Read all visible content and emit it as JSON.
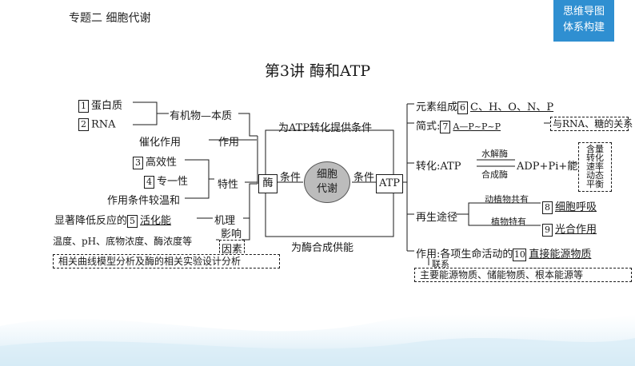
{
  "header": {
    "title": "专题二  细胞代谢",
    "badge_line1": "思维导图",
    "badge_line2": "体系构建"
  },
  "lesson_title": "第3讲    酶和ATP",
  "left": {
    "n1": "1",
    "protein": "蛋白质",
    "n2": "2",
    "rna": "RNA",
    "organic": "有机物—本质",
    "catalysis": "催化作用",
    "function": "作用",
    "n3": "3",
    "efficient": "高效性",
    "n4": "4",
    "specific": "专一性",
    "mild": "作用条件较温和",
    "traits": "特性",
    "lower_pre": "显著降低反应的",
    "n5": "5",
    "activation": "活化能",
    "mechanism": "机理",
    "factors_list": "温度、pH、底物浓度、酶浓度等",
    "influence": "影响",
    "factors": "因素",
    "analysis": "相关曲线模型分析及酶的相关实验设计分析"
  },
  "center": {
    "enzyme": "酶",
    "atp": "ATP",
    "cell_metab_1": "细胞",
    "cell_metab_2": "代谢",
    "condition_left": "条件",
    "condition_right": "条件",
    "top_label": "为ATP转化提供条件",
    "bottom_label": "为酶合成供能"
  },
  "right": {
    "element": "元素组成",
    "n6": "6",
    "elements": "C、H、O、N、P",
    "formula": "简式",
    "n7": "7",
    "formula_value": "A—P~P~P",
    "rna_relation": "与RNA、糖的关系",
    "transform": "转化:ATP",
    "hydrolase": "水解酶",
    "synthase": "合成酶",
    "products": "ADP+Pi+能量",
    "dynamic": [
      "含量",
      "转化",
      "速率",
      "动态",
      "平衡"
    ],
    "regen": "再生途径",
    "both": "动植物共有",
    "n8": "8",
    "respiration": "细胞呼吸",
    "plant": "植物特有",
    "n9": "9",
    "photosynthesis": "光合作用",
    "role": "作用:各项生命活动的",
    "n10": "10",
    "direct_energy": "直接能源物质",
    "link": "联系",
    "energy_list": "主要能源物质、储能物质、根本能源等"
  }
}
